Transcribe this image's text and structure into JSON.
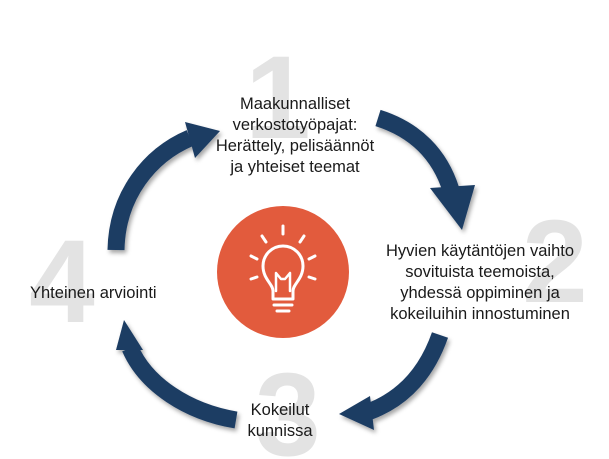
{
  "steps": [
    {
      "number": "1",
      "lines": [
        "Maakunnalliset",
        "verkostotyöpajat:",
        "Herättely, pelisäännöt",
        "ja yhteiset teemat"
      ]
    },
    {
      "number": "2",
      "lines": [
        "Hyvien käytäntöjen vaihto",
        "sovituista teemoista,",
        "yhdessä oppiminen ja",
        "kokeiluihin innostuminen"
      ]
    },
    {
      "number": "3",
      "lines": [
        "Kokeilut",
        "kunnissa"
      ]
    },
    {
      "number": "4",
      "lines": [
        "Yhteinen arviointi"
      ]
    }
  ],
  "center_icon": "lightbulb-icon",
  "colors": {
    "arrow": "#1c3c64",
    "center_circle": "#e25b3d",
    "big_number": "#e3e3e3",
    "icon_stroke": "#ffffff"
  }
}
